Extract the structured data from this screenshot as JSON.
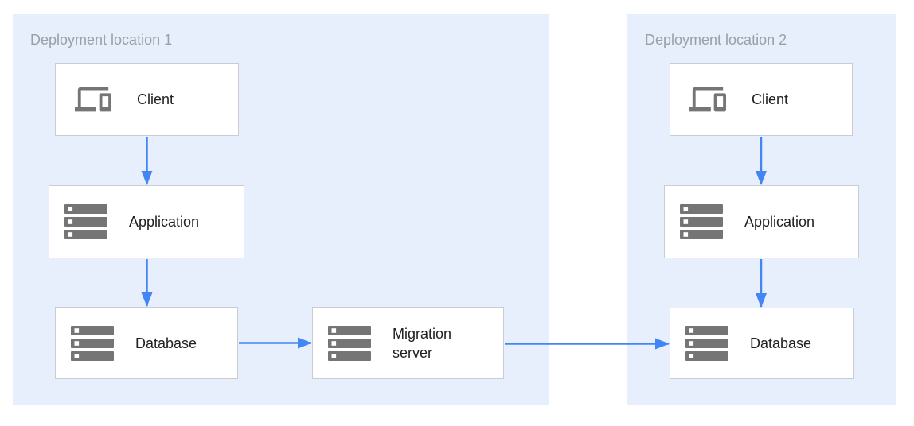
{
  "regions": {
    "r1": {
      "label": "Deployment location 1"
    },
    "r2": {
      "label": "Deployment location 2"
    }
  },
  "nodes": {
    "client1": {
      "label": "Client",
      "icon": "devices-icon"
    },
    "application1": {
      "label": "Application",
      "icon": "servers-icon"
    },
    "database1": {
      "label": "Database",
      "icon": "servers-icon"
    },
    "migration": {
      "label": "Migration server",
      "icon": "servers-icon"
    },
    "client2": {
      "label": "Client",
      "icon": "devices-icon"
    },
    "application2": {
      "label": "Application",
      "icon": "servers-icon"
    },
    "database2": {
      "label": "Database",
      "icon": "servers-icon"
    }
  },
  "edges": [
    {
      "from": "client1",
      "to": "application1",
      "direction": "down"
    },
    {
      "from": "application1",
      "to": "database1",
      "direction": "down"
    },
    {
      "from": "database1",
      "to": "migration",
      "direction": "right"
    },
    {
      "from": "migration",
      "to": "database2",
      "direction": "right"
    },
    {
      "from": "client2",
      "to": "application2",
      "direction": "down"
    },
    {
      "from": "application2",
      "to": "database2",
      "direction": "down"
    }
  ],
  "colors": {
    "canvas_bg": "#ffffff",
    "region_fill": "#e7effc",
    "region_label_text": "#9aa0a6",
    "node_fill": "#ffffff",
    "node_border": "#c9cdd2",
    "node_label_text": "#212121",
    "icon_gray": "#757575",
    "arrow_blue": "#4285f4"
  }
}
